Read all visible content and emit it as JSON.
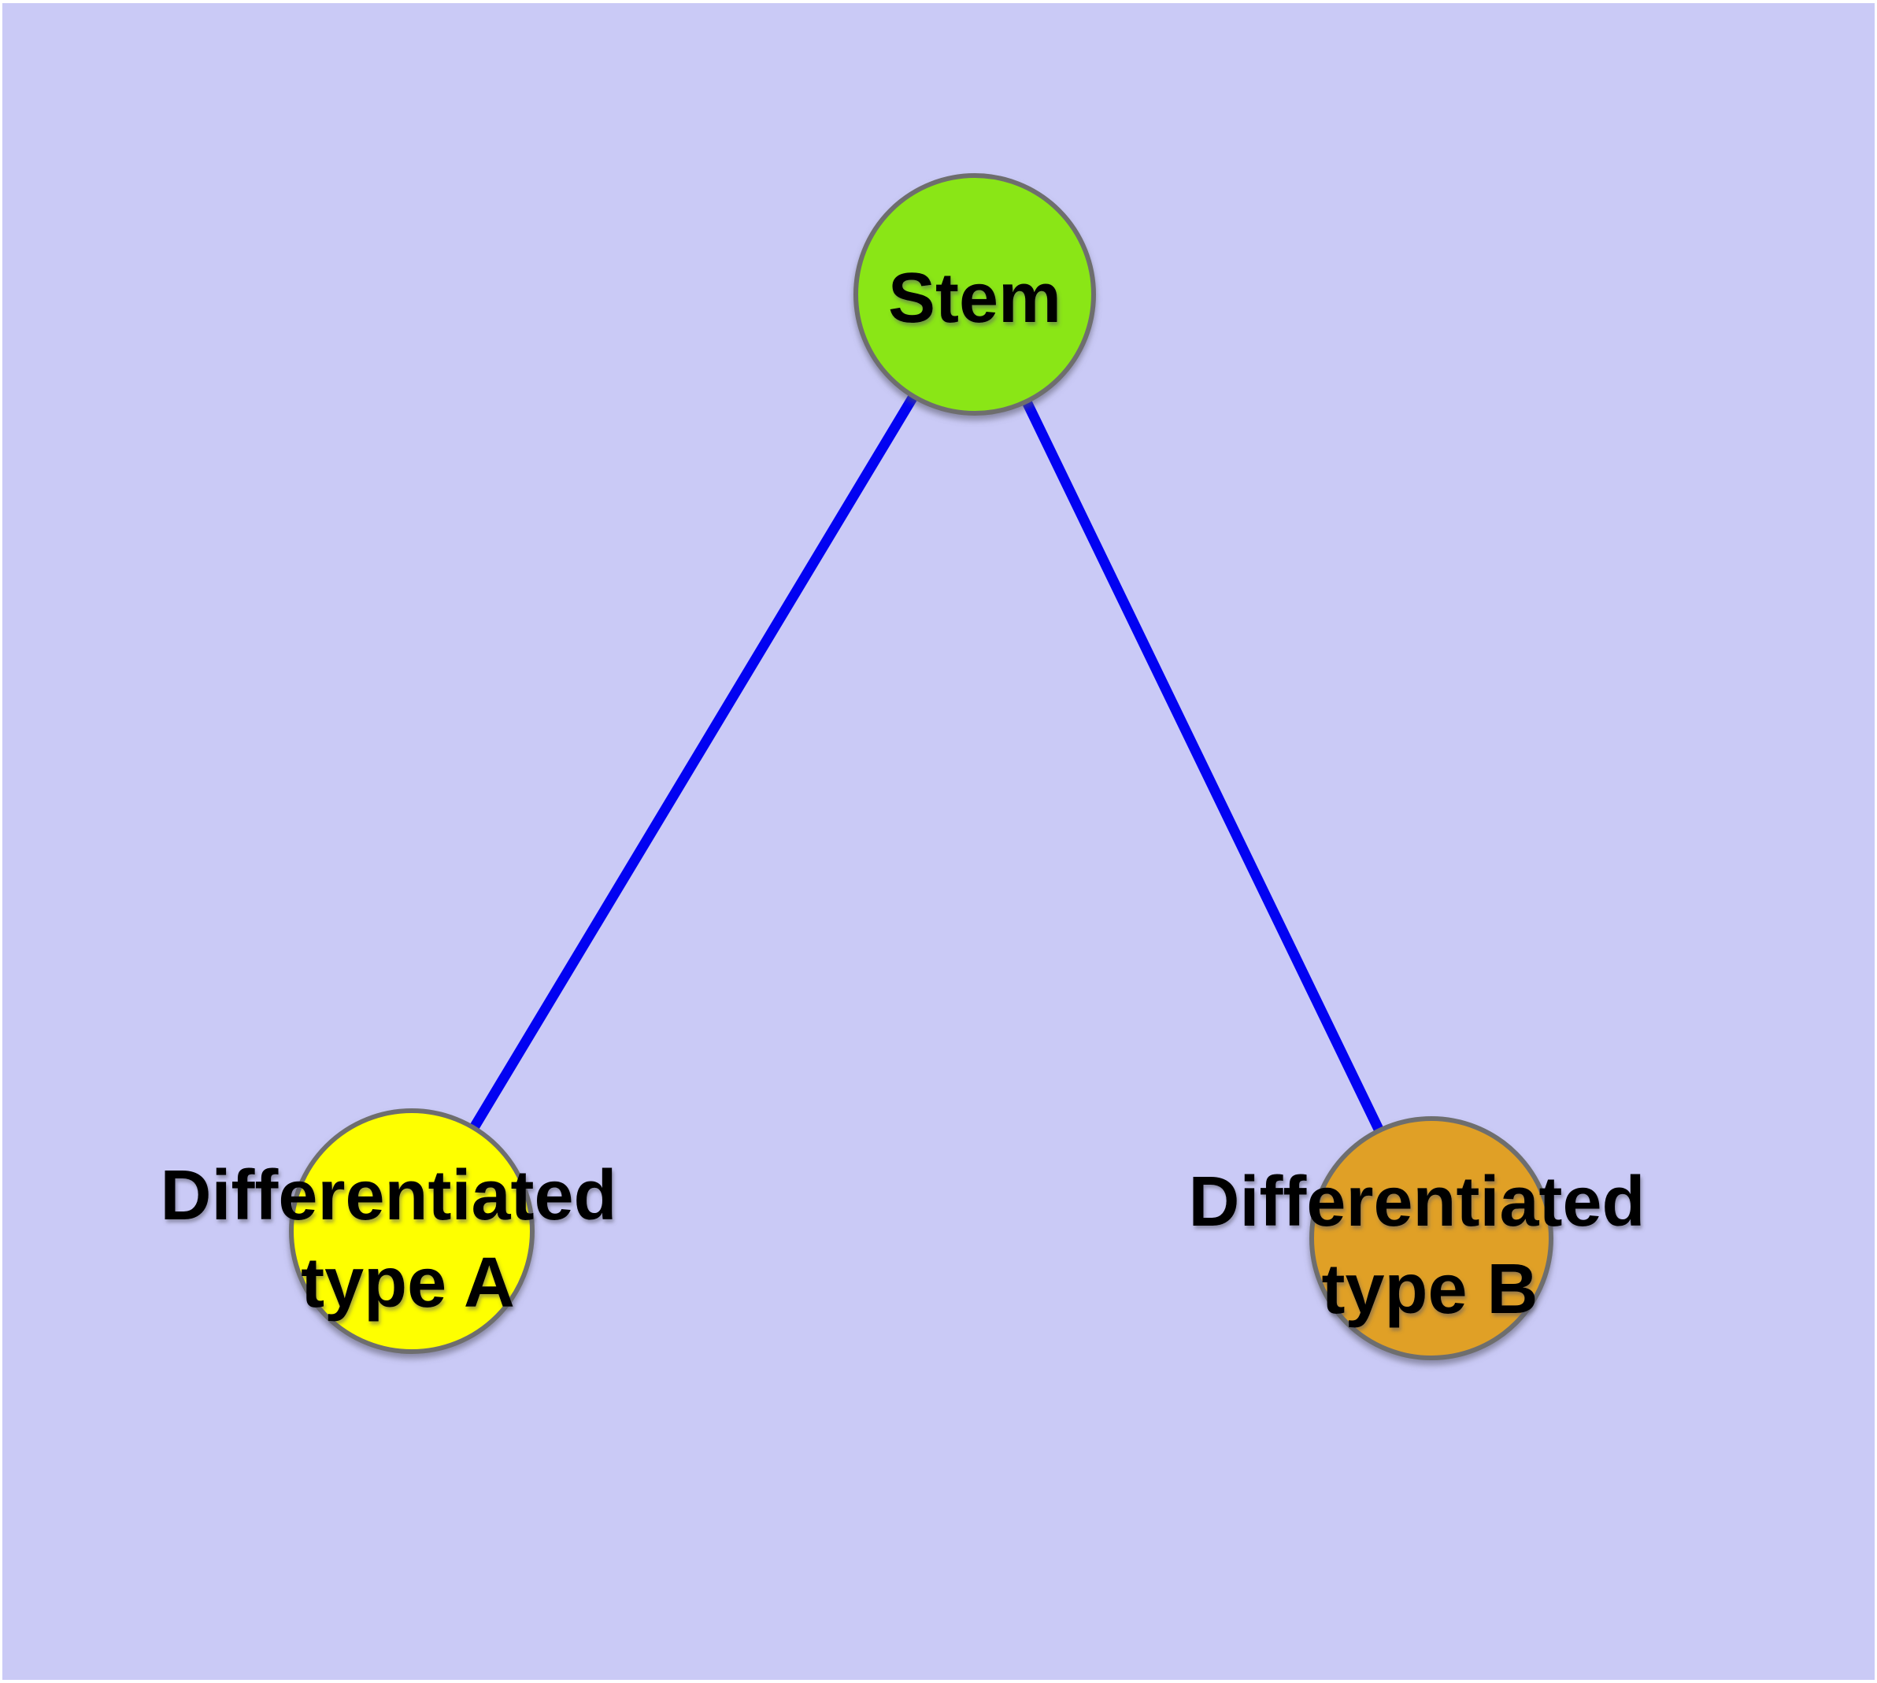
{
  "diagram": {
    "background_color": "#cacaf6",
    "edge_color": "#0202f2",
    "node_border_color": "#6e6e6e",
    "label_color": "#000000",
    "nodes": [
      {
        "id": "stem",
        "label": "Stem",
        "label_lines": [
          "Stem"
        ],
        "color": "#8ae619"
      },
      {
        "id": "type-a",
        "label": "Differentiated type A",
        "label_lines": [
          "Differentiated",
          "type A"
        ],
        "color": "#feff00"
      },
      {
        "id": "type-b",
        "label": "Differentiated type B",
        "label_lines": [
          "Differentiated",
          "type B"
        ],
        "color": "#e0a028"
      }
    ],
    "edges": [
      {
        "from": "Stem",
        "to": "Differentiated type A"
      },
      {
        "from": "Stem",
        "to": "Differentiated type B"
      }
    ]
  }
}
